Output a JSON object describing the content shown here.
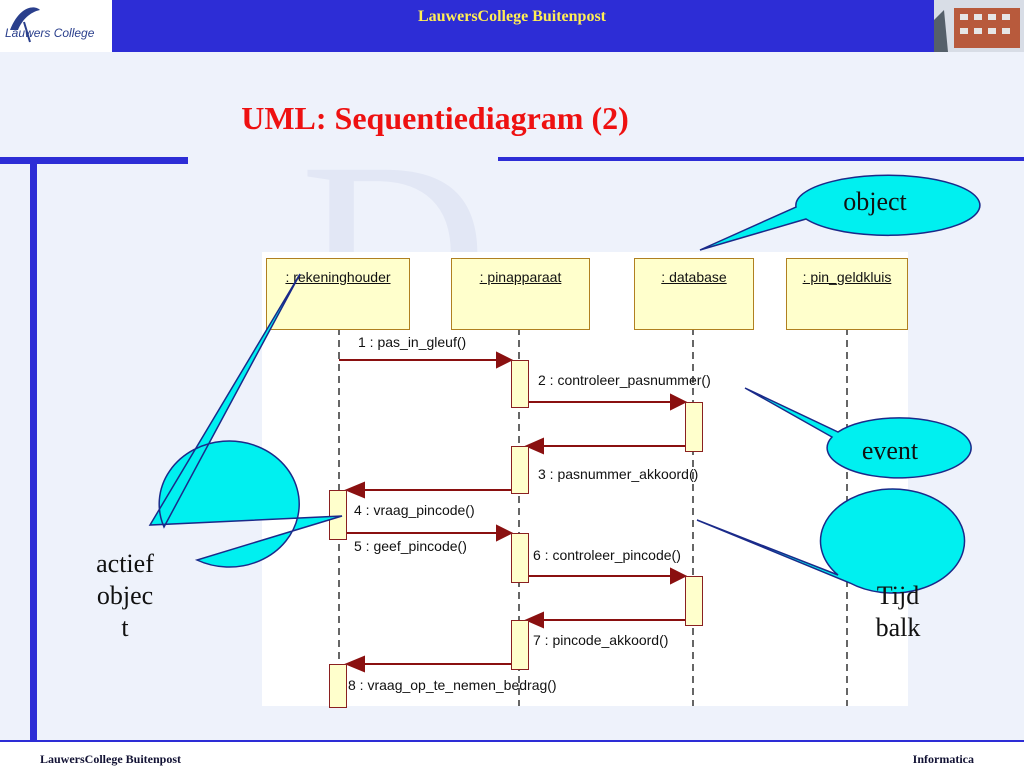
{
  "header": {
    "title": "LauwersCollege   Buitenpost",
    "logo_text": "Lauwers College"
  },
  "slide": {
    "title": "UML: Sequentiediagram (2)"
  },
  "diagram": {
    "objects": [
      ": rekeninghouder",
      ": pinapparaat",
      ": database",
      ": pin_geldkluis"
    ],
    "messages": [
      "1 : pas_in_gleuf()",
      "2 : controleer_pasnummer()",
      "3 : pasnummer_akkoord()",
      "4 : vraag_pincode()",
      "5 : geef_pincode()",
      "6 : controleer_pincode()",
      "7 : pincode_akkoord()",
      "8 : vraag_op_te_nemen_bedrag()"
    ]
  },
  "callouts": {
    "object": "object",
    "event": "event",
    "tijdbalk": [
      "Tijd",
      "balk"
    ],
    "actief_object": [
      "actief",
      "objec",
      "t"
    ]
  },
  "footer": {
    "left": "LauwersCollege Buitenpost",
    "right": "Informatica"
  },
  "colors": {
    "header": "#2d2dd6",
    "title": "#ee1111",
    "callout": "#00f0f0",
    "arrow": "#8a1010"
  }
}
